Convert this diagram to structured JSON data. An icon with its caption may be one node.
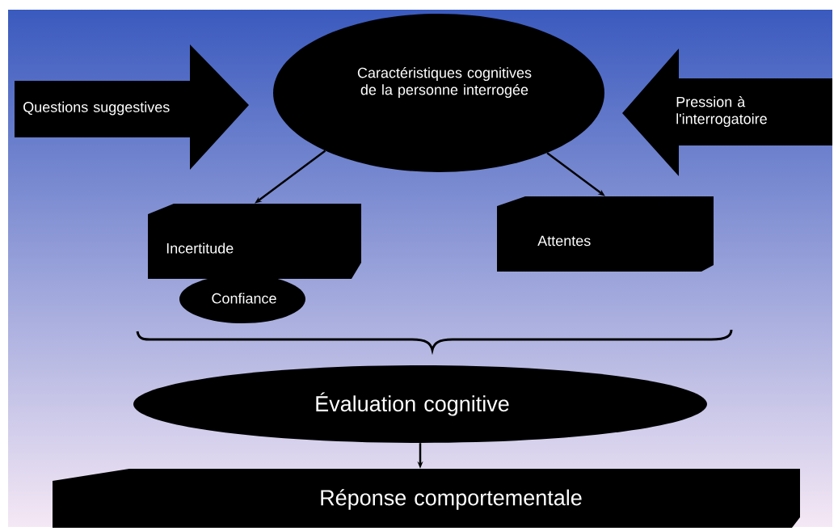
{
  "diagram": {
    "nodes": [
      {
        "text": [
          "Questions suggestives"
        ]
      },
      {
        "text": [
          "Caractéristiques cognitives de la personne interrogée"
        ]
      },
      {
        "text": [
          "Pression à l'interrogatoire"
        ]
      },
      {
        "text": [
          "Incertitude"
        ]
      },
      {
        "text": [
          "Confiance"
        ]
      },
      {
        "text": [
          "Attentes"
        ]
      },
      {
        "text": [
          "Évaluation cognitive"
        ]
      },
      {
        "text": [
          "Réponse comportementale"
        ]
      }
    ],
    "edges": [
      {
        "from": 1,
        "to": 3,
        "arrow": "to"
      },
      {
        "from": 1,
        "to": 5,
        "arrow": "to"
      },
      {
        "from": 6,
        "to": 7,
        "arrow": "to"
      }
    ]
  }
}
